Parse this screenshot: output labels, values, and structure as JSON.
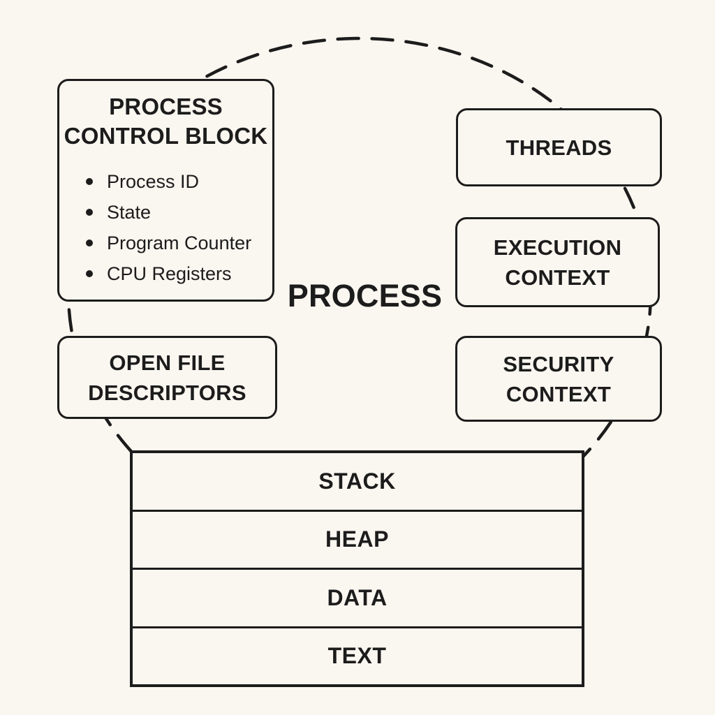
{
  "colors": {
    "background": "#faf6f0",
    "ink": "#1c1c1c"
  },
  "center_label": "PROCESS",
  "pcb": {
    "title_line1": "PROCESS",
    "title_line2": "CONTROL BLOCK",
    "items": [
      "Process ID",
      "State",
      "Program Counter",
      "CPU Registers"
    ]
  },
  "boxes": {
    "threads": {
      "label": "THREADS"
    },
    "execution": {
      "line1": "EXECUTION",
      "line2": "CONTEXT"
    },
    "security": {
      "line1": "SECURITY",
      "line2": "CONTEXT"
    },
    "open_files": {
      "line1": "OPEN FILE",
      "line2": "DESCRIPTORS"
    }
  },
  "memory": {
    "segments": [
      "STACK",
      "HEAP",
      "DATA",
      "TEXT"
    ]
  }
}
